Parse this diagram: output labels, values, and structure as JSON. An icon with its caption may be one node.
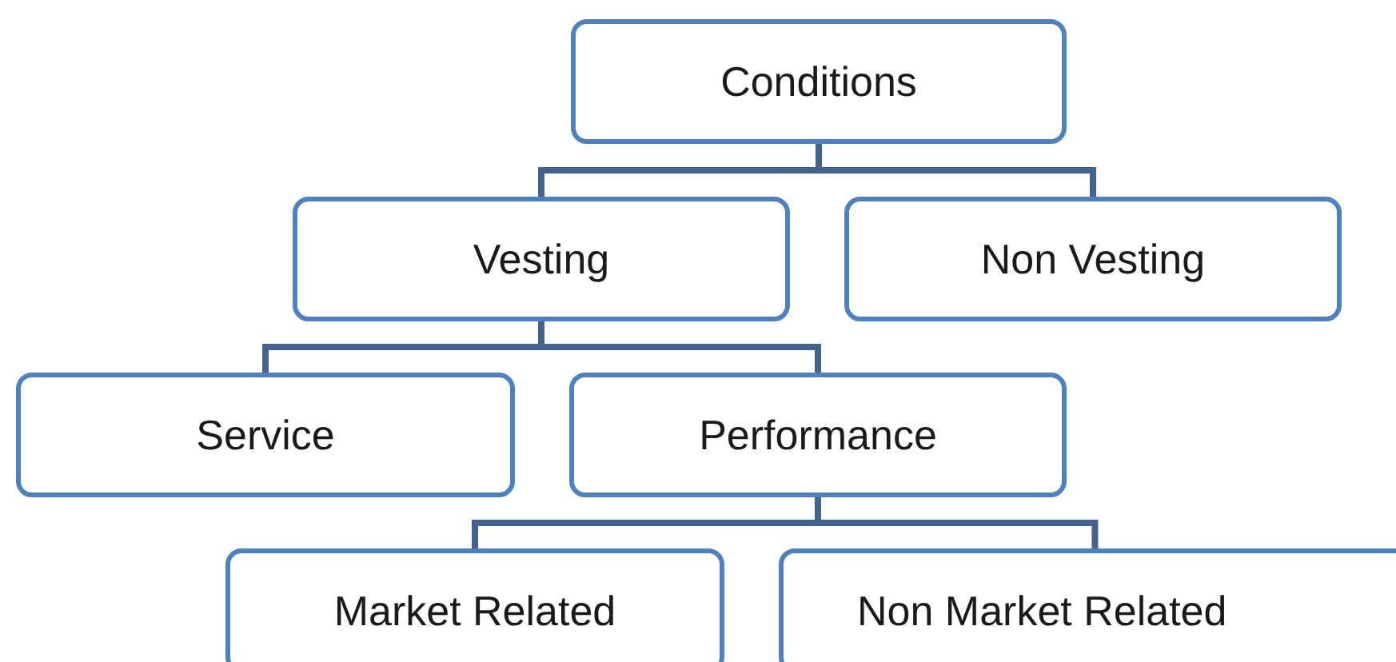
{
  "diagram": {
    "nodes": [
      {
        "text": [
          "Conditions"
        ]
      },
      {
        "text": [
          "Vesting"
        ]
      },
      {
        "text": [
          "Non Vesting"
        ]
      },
      {
        "text": [
          "Service"
        ]
      },
      {
        "text": [
          "Performance"
        ]
      },
      {
        "text": [
          "Market Related"
        ]
      },
      {
        "text": [
          "Non Market Related"
        ]
      }
    ],
    "edges": [
      {
        "from": 0,
        "to": 1,
        "arrow": "none"
      },
      {
        "from": 0,
        "to": 2,
        "arrow": "none"
      },
      {
        "from": 1,
        "to": 3,
        "arrow": "none"
      },
      {
        "from": 1,
        "to": 4,
        "arrow": "none"
      },
      {
        "from": 4,
        "to": 5,
        "arrow": "none"
      },
      {
        "from": 4,
        "to": 6,
        "arrow": "none"
      }
    ]
  }
}
